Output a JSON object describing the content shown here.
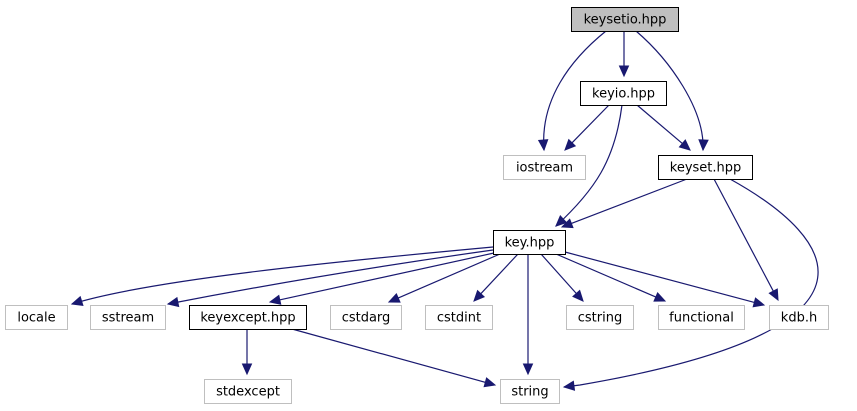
{
  "title": "keysetio.hpp include dependency graph",
  "colors": {
    "edge": "#191970",
    "root_fill": "#bfbfbf",
    "root_border": "#000000",
    "project_border": "#000000",
    "external_border": "#bfbfbf",
    "fill": "#ffffff"
  },
  "nodes": [
    {
      "id": "keysetio",
      "label": "keysetio.hpp",
      "kind": "root"
    },
    {
      "id": "keyio",
      "label": "keyio.hpp",
      "kind": "project"
    },
    {
      "id": "iostream",
      "label": "iostream",
      "kind": "external"
    },
    {
      "id": "keyset",
      "label": "keyset.hpp",
      "kind": "project"
    },
    {
      "id": "key",
      "label": "key.hpp",
      "kind": "project"
    },
    {
      "id": "locale",
      "label": "locale",
      "kind": "external"
    },
    {
      "id": "sstream",
      "label": "sstream",
      "kind": "external"
    },
    {
      "id": "keyexcept",
      "label": "keyexcept.hpp",
      "kind": "project"
    },
    {
      "id": "cstdarg",
      "label": "cstdarg",
      "kind": "external"
    },
    {
      "id": "cstdint",
      "label": "cstdint",
      "kind": "external"
    },
    {
      "id": "cstring",
      "label": "cstring",
      "kind": "external"
    },
    {
      "id": "functional",
      "label": "functional",
      "kind": "external"
    },
    {
      "id": "kdbh",
      "label": "kdb.h",
      "kind": "external"
    },
    {
      "id": "stdexcept",
      "label": "stdexcept",
      "kind": "external"
    },
    {
      "id": "string",
      "label": "string",
      "kind": "external"
    }
  ],
  "edges": [
    {
      "from": "keysetio",
      "to": "keyio"
    },
    {
      "from": "keysetio",
      "to": "iostream"
    },
    {
      "from": "keysetio",
      "to": "keyset"
    },
    {
      "from": "keyio",
      "to": "iostream"
    },
    {
      "from": "keyio",
      "to": "keyset"
    },
    {
      "from": "keyio",
      "to": "key"
    },
    {
      "from": "keyset",
      "to": "key"
    },
    {
      "from": "keyset",
      "to": "kdbh"
    },
    {
      "from": "keyset",
      "to": "string"
    },
    {
      "from": "key",
      "to": "locale"
    },
    {
      "from": "key",
      "to": "sstream"
    },
    {
      "from": "key",
      "to": "keyexcept"
    },
    {
      "from": "key",
      "to": "cstdarg"
    },
    {
      "from": "key",
      "to": "cstdint"
    },
    {
      "from": "key",
      "to": "string"
    },
    {
      "from": "key",
      "to": "cstring"
    },
    {
      "from": "key",
      "to": "functional"
    },
    {
      "from": "key",
      "to": "kdbh"
    },
    {
      "from": "keyexcept",
      "to": "stdexcept"
    },
    {
      "from": "keyexcept",
      "to": "string"
    }
  ]
}
